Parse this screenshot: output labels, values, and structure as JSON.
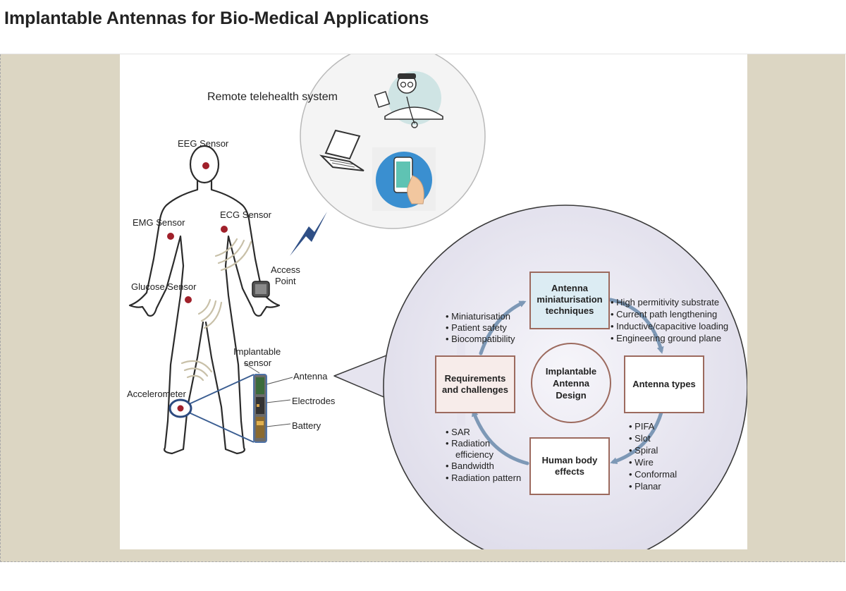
{
  "page": {
    "title": "Implantable Antennas for Bio-Medical Applications"
  },
  "figure": {
    "telehealth": {
      "title": "Remote telehealth system"
    },
    "body_sensors": {
      "eeg": "EEG Sensor",
      "emg": "EMG Sensor",
      "ecg": "ECG Sensor",
      "glucose": "Glucose Sensor",
      "accelerometer": "Accelerometer",
      "access_point": [
        "Access",
        "Point"
      ]
    },
    "implant": {
      "title": [
        "Implantable",
        "sensor"
      ],
      "parts": [
        "Antenna",
        "Electrodes",
        "Battery"
      ]
    },
    "design_cycle": {
      "center": [
        "Implantable",
        "Antenna",
        "Design"
      ],
      "top_box": [
        "Antenna",
        "miniaturisation",
        "techniques"
      ],
      "right_box": [
        "Antenna types"
      ],
      "bottom_box": [
        "Human body",
        "effects"
      ],
      "left_box": [
        "Requirements",
        "and challenges"
      ],
      "list_requirements": [
        "• Miniaturisation",
        "• Patient safety",
        "• Biocompatibility"
      ],
      "list_techniques": [
        "• High permitivity substrate",
        "• Current path lengthening",
        "• Inductive/capacitive loading",
        "• Engineering ground plane"
      ],
      "list_types": [
        "• PIFA",
        "• Slot",
        "• Spiral",
        "• Wire",
        "• Conformal",
        "• Planar"
      ],
      "list_effects": [
        "• SAR",
        "• Radiation",
        "efficiency",
        "• Bandwidth",
        "• Radiation pattern"
      ]
    }
  },
  "colors": {
    "frame_bg": "#dcd6c3",
    "sensor_dot": "#a0202a",
    "box_border": "#9c6a5e",
    "box_fill_top": "#dcecf3",
    "box_fill_left": "#f7ecea",
    "cycle_arrow": "#7d98b6",
    "bubble_fill": "#e9e8f1",
    "lightning": "#2f4f86"
  }
}
